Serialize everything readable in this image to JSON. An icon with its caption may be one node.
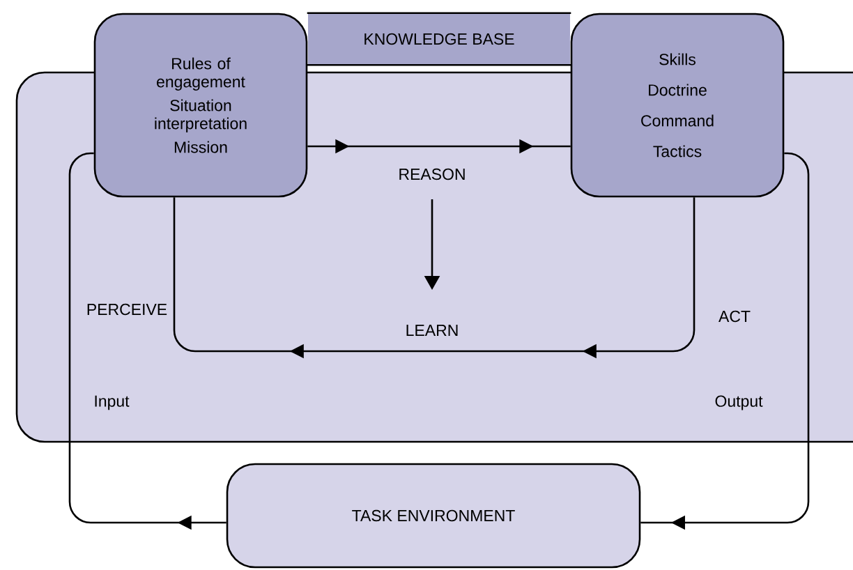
{
  "diagram": {
    "nodes": [
      {
        "text": [
          "KNOWLEDGE BASE"
        ]
      },
      {
        "text": [
          "Rules of engagement",
          "Situation interpretation",
          "Mission"
        ]
      },
      {
        "text": [
          "Skills",
          "Doctrine",
          "Command",
          "Tactics"
        ]
      },
      {
        "text": [
          "TASK ENVIRONMENT"
        ]
      }
    ],
    "edges": [
      {
        "from": 3,
        "to": 1,
        "arrow": "to"
      },
      {
        "from": 1,
        "to": 2,
        "arrow": "to"
      },
      {
        "from": 2,
        "to": 1,
        "arrow": "to"
      },
      {
        "from": 2,
        "to": 3,
        "arrow": "to"
      }
    ],
    "labels": [
      "REASON",
      "PERCEIVE",
      "LEARN",
      "ACT",
      "Input",
      "Output"
    ]
  }
}
